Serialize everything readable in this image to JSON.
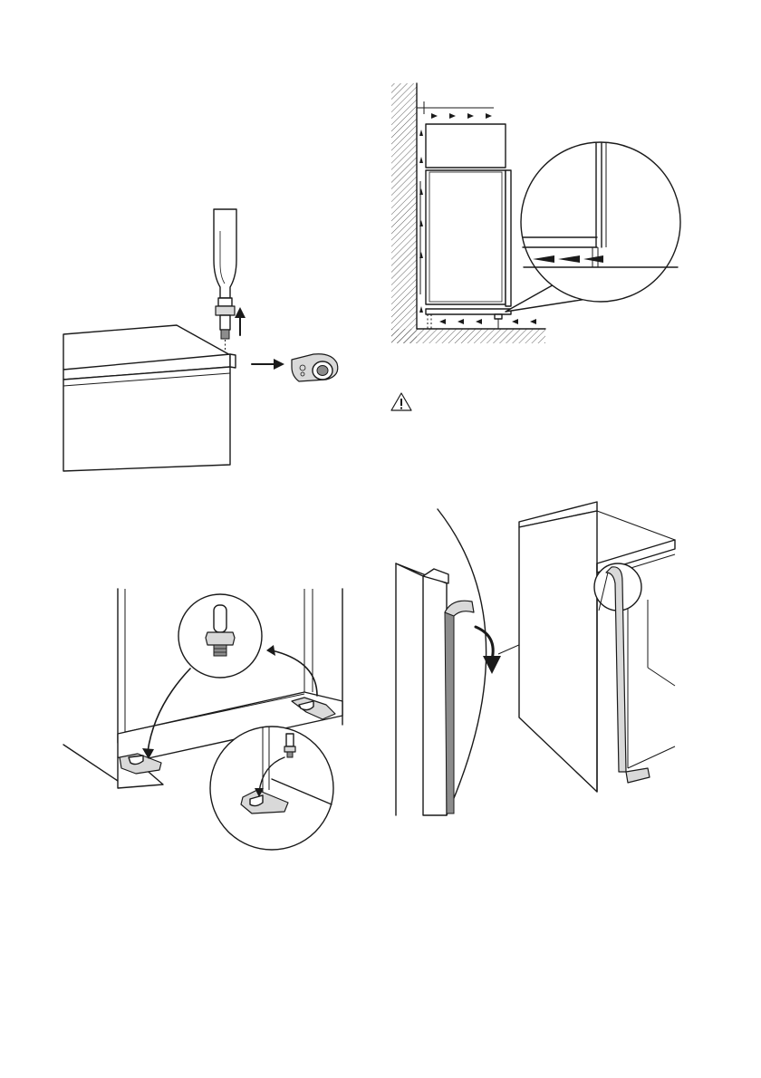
{
  "page": {
    "width": 840,
    "height": 1190,
    "background": "#ffffff",
    "line_color": "#1a1a1a",
    "shade_color": "#d9d9d9",
    "dark_shade_color": "#8c8c8c"
  },
  "figures": [
    {
      "id": "fig-1",
      "depicts": "screwdriver-removing-hinge-cover"
    },
    {
      "id": "fig-2",
      "depicts": "ventilation-airflow-diagram"
    },
    {
      "id": "fig-3",
      "depicts": "hinge-pin-and-bracket-swap"
    },
    {
      "id": "fig-4",
      "depicts": "door-seal-removal"
    }
  ],
  "icons": {
    "warning": "warning-triangle-icon",
    "arrow_up": "arrow-up-icon",
    "arrow_right": "arrow-right-icon",
    "curved_arrow": "curved-arrow-icon",
    "airflow_arrow": "airflow-arrow-icon"
  }
}
